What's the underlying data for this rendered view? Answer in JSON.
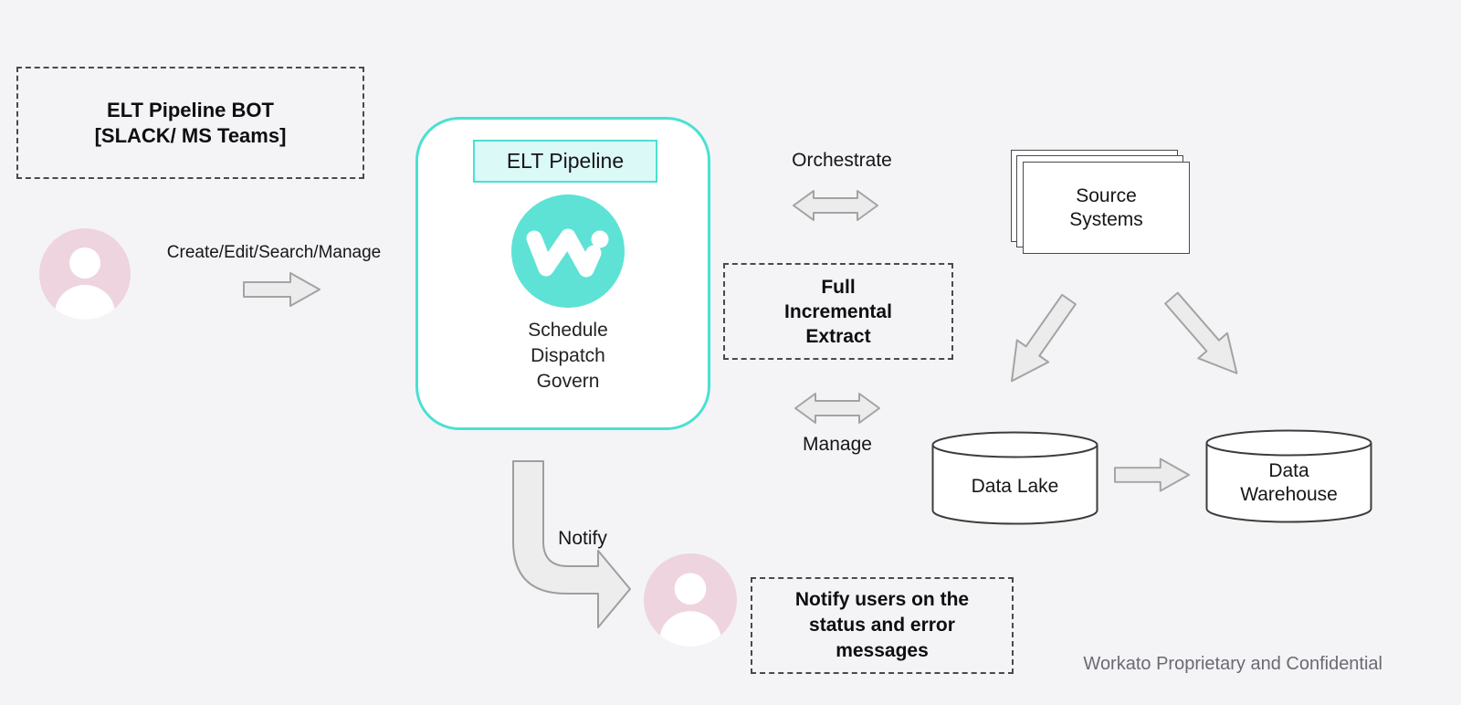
{
  "colors": {
    "background": "#f4f4f6",
    "teal_accent": "#4ae0d2",
    "teal_logo_fill": "#5ee2d5",
    "teal_label_bg": "#dbf9f7",
    "pink_avatar": "#eed4df",
    "arrow_fill": "#ececec",
    "arrow_stroke": "#a3a3a3",
    "dashed_border": "#4a4a4a",
    "footer_gray": "#6a6a72"
  },
  "bot_box": {
    "line1": "ELT Pipeline BOT",
    "line2": "[SLACK/ MS Teams]"
  },
  "user_flow": {
    "arrow_label": "Create/Edit/Search/Manage"
  },
  "pipeline_box": {
    "label": "ELT Pipeline",
    "logo": "workato-logo",
    "functions": [
      "Schedule",
      "Dispatch",
      "Govern"
    ]
  },
  "orchestrate": {
    "label": "Orchestrate"
  },
  "source_systems": {
    "line1": "Source",
    "line2": "Systems"
  },
  "extract_box": {
    "lines": [
      "Full",
      "Incremental",
      "Extract"
    ]
  },
  "manage": {
    "label": "Manage"
  },
  "data_lake": {
    "label": "Data Lake"
  },
  "data_warehouse": {
    "line1": "Data",
    "line2": "Warehouse"
  },
  "notify": {
    "label": "Notify"
  },
  "notify_box": {
    "text": "Notify users on the status and error messages"
  },
  "footer": {
    "text": "Workato Proprietary and Confidential"
  }
}
